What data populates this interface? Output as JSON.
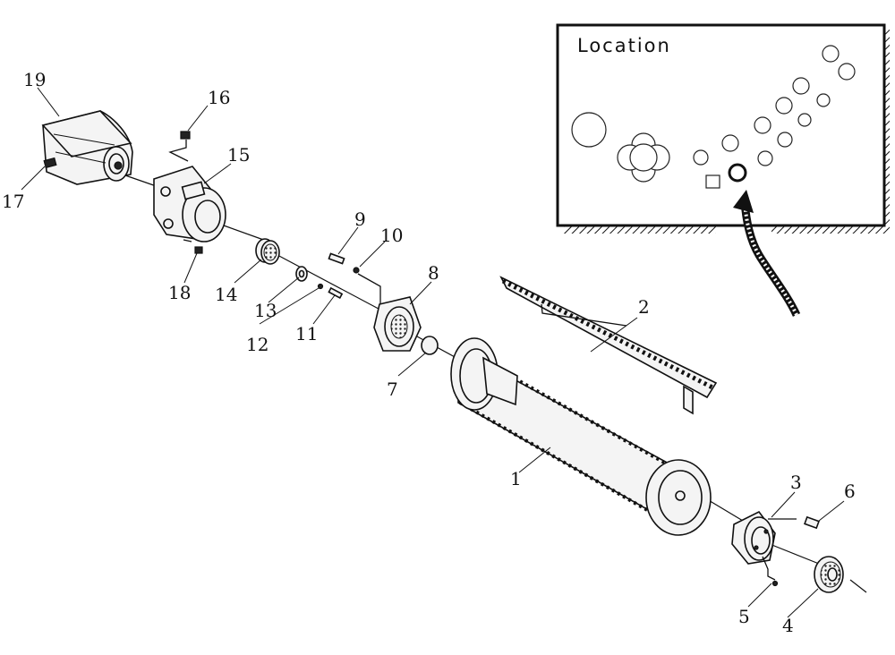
{
  "location_panel": {
    "title": "Location"
  },
  "callouts": [
    {
      "id": "c1",
      "label": "1"
    },
    {
      "id": "c2",
      "label": "2"
    },
    {
      "id": "c3",
      "label": "3"
    },
    {
      "id": "c4",
      "label": "4"
    },
    {
      "id": "c5",
      "label": "5"
    },
    {
      "id": "c6",
      "label": "6"
    },
    {
      "id": "c7",
      "label": "7"
    },
    {
      "id": "c8",
      "label": "8"
    },
    {
      "id": "c9",
      "label": "9"
    },
    {
      "id": "c10",
      "label": "10"
    },
    {
      "id": "c11",
      "label": "11"
    },
    {
      "id": "c12",
      "label": "12"
    },
    {
      "id": "c13",
      "label": "13"
    },
    {
      "id": "c14",
      "label": "14"
    },
    {
      "id": "c15",
      "label": "15"
    },
    {
      "id": "c16",
      "label": "16"
    },
    {
      "id": "c17",
      "label": "17"
    },
    {
      "id": "c18",
      "label": "18"
    },
    {
      "id": "c19",
      "label": "19"
    }
  ],
  "colors": {
    "ink": "#111111",
    "paper": "#ffffff"
  }
}
